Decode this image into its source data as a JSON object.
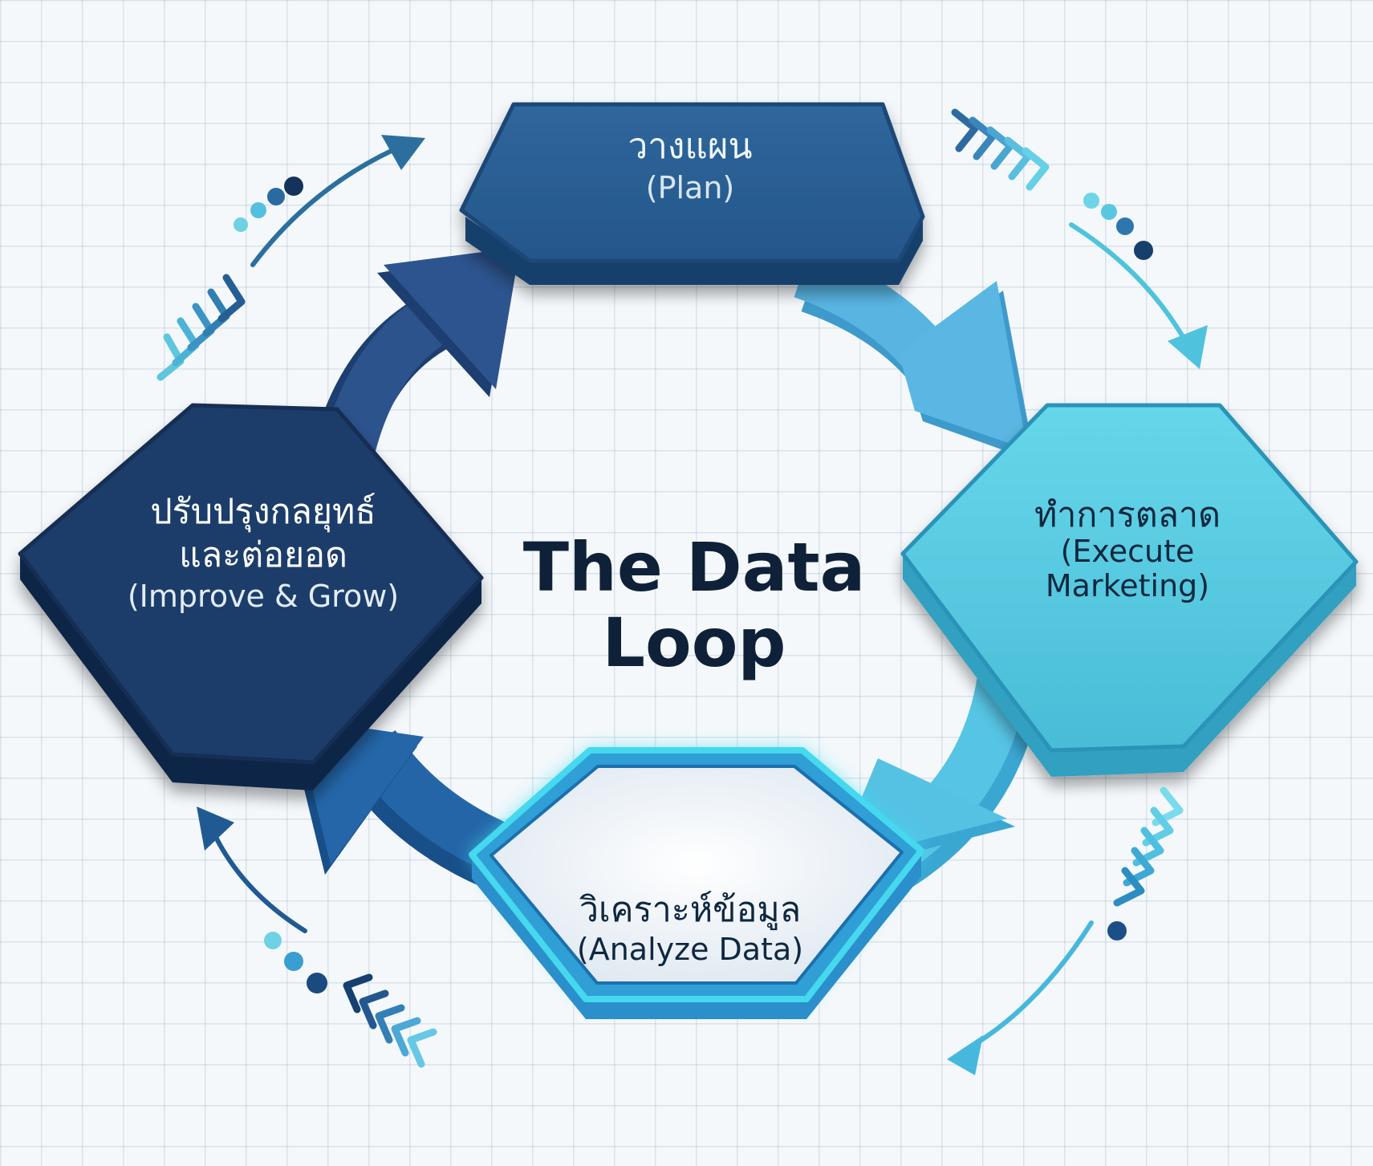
{
  "diagram": {
    "title_line1": "The Data",
    "title_line2": "Loop",
    "steps": [
      {
        "thai": "วางแผน",
        "english": "(Plan)",
        "color": "#2a5e92"
      },
      {
        "thai": "ทำการตลาด",
        "english_line1": "(Execute",
        "english_line2": "Marketing)",
        "color": "#53cbe0"
      },
      {
        "thai": "วิเคราะห์ข้อมูล",
        "english": "(Analyze Data)",
        "color": "#eef3f8",
        "glow": "#3ddcf0"
      },
      {
        "thai_line1": "ปรับปรุงกลยุทธ์",
        "thai_line2": "และต่อยอด",
        "english": "(Improve & Grow)",
        "color": "#1b3b6a"
      }
    ],
    "arrows": [
      {
        "from": "plan",
        "to": "execute",
        "color": "#4aa7da"
      },
      {
        "from": "execute",
        "to": "analyze",
        "color": "#4cb8e0"
      },
      {
        "from": "analyze",
        "to": "improve",
        "color": "#1f5b9b"
      },
      {
        "from": "improve",
        "to": "plan",
        "color": "#274d86"
      }
    ],
    "decorations": [
      "chevron-trail-icon",
      "dot-trail-icon",
      "curved-arrow-icon"
    ]
  }
}
